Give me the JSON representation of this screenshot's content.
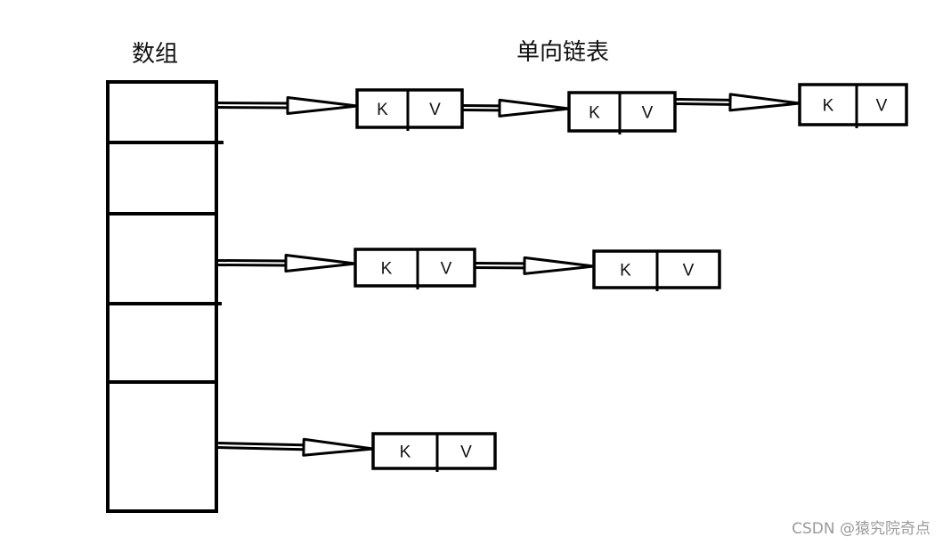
{
  "labels": {
    "array": "数组",
    "linked_list": "单向链表"
  },
  "node": {
    "key": "K",
    "value": "V"
  },
  "array": {
    "slot_count": 5
  },
  "buckets": [
    {
      "slot": 1,
      "node_count": 3
    },
    {
      "slot": 3,
      "node_count": 2
    },
    {
      "slot": 5,
      "node_count": 1
    }
  ],
  "watermark": "CSDN @猿究院奇点"
}
